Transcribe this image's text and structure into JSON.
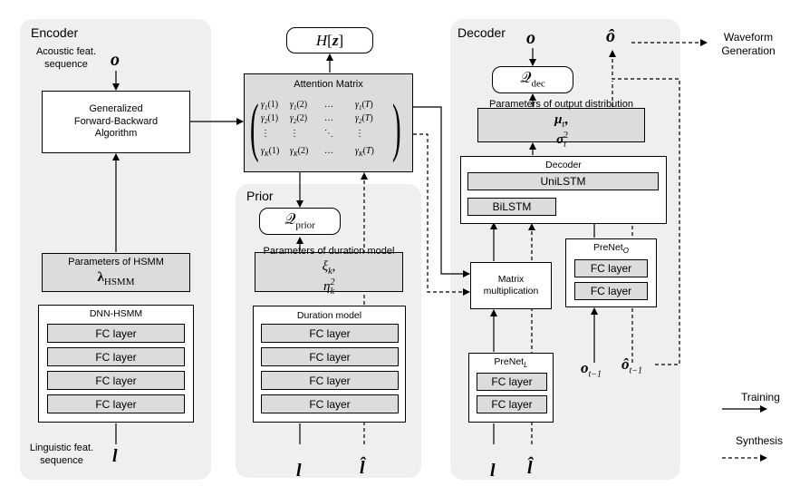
{
  "panels": {
    "encoder": "Encoder",
    "prior": "Prior",
    "decoder": "Decoder"
  },
  "encoder": {
    "input_label": "Acoustic feat.\nsequence",
    "input_symbol": "o",
    "fb_line1": "Generalized",
    "fb_line2": "Forward-Backward",
    "fb_line3": "Algorithm",
    "params_title": "Parameters of HSMM",
    "params_math": "λHSMM",
    "dnn_title": "DNN-HSMM",
    "fc_layers": [
      "FC layer",
      "FC layer",
      "FC layer",
      "FC layer"
    ],
    "ling_label": "Linguistic feat.\nsequence",
    "ling_symbol": "l"
  },
  "attention": {
    "entropy": "H[z]",
    "title": "Attention Matrix",
    "rows": [
      [
        "γ1(1)",
        "γ1(2)",
        "…",
        "γ1(T)"
      ],
      [
        "γ2(1)",
        "γ2(2)",
        "…",
        "γ2(T)"
      ],
      [
        "⋮",
        "⋮",
        "⋱",
        "⋮"
      ],
      [
        "γK(1)",
        "γK(2)",
        "…",
        "γK(T)"
      ]
    ]
  },
  "prior": {
    "q": "Qprior",
    "params_title": "Parameters of duration model",
    "params_math": "ξk, η²k",
    "dm_title": "Duration model",
    "fc_layers": [
      "FC layer",
      "FC layer",
      "FC layer",
      "FC layer"
    ],
    "sym_train": "l",
    "sym_synth": "l̂"
  },
  "decoder": {
    "out_symbol": "o",
    "out_hat_symbol": "ô",
    "waveform": "Waveform\nGeneration",
    "q": "Qdec",
    "params_title": "Parameters of output distribution",
    "params_math": "μt, σ²t",
    "dec_title": "Decoder",
    "unilstm": "UniLSTM",
    "bilstm": "BiLSTM",
    "matmul": "Matrix\nmultiplication",
    "prenet_o_title": "PreNetO",
    "prenet_o_layers": [
      "FC layer",
      "FC layer"
    ],
    "prenet_l_title": "PreNetL",
    "prenet_l_layers": [
      "FC layer",
      "FC layer"
    ],
    "sym_o_prev": "ot−1",
    "sym_ohat_prev": "ôt−1",
    "sym_train": "l",
    "sym_synth": "l̂"
  },
  "legend": {
    "training": "Training",
    "synthesis": "Synthesis"
  }
}
